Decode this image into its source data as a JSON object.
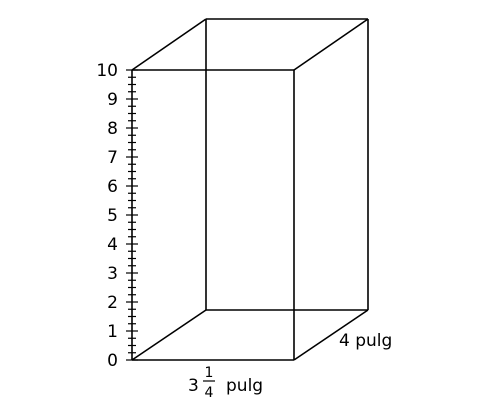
{
  "ruler": {
    "labels": [
      "0",
      "1",
      "2",
      "3",
      "4",
      "5",
      "6",
      "7",
      "8",
      "9",
      "10"
    ],
    "minor_divisions_per_unit": 4
  },
  "dimensions": {
    "width": {
      "whole": "3",
      "numerator": "1",
      "denominator": "4",
      "unit": "pulg"
    },
    "depth": {
      "text": "4 pulg"
    }
  }
}
